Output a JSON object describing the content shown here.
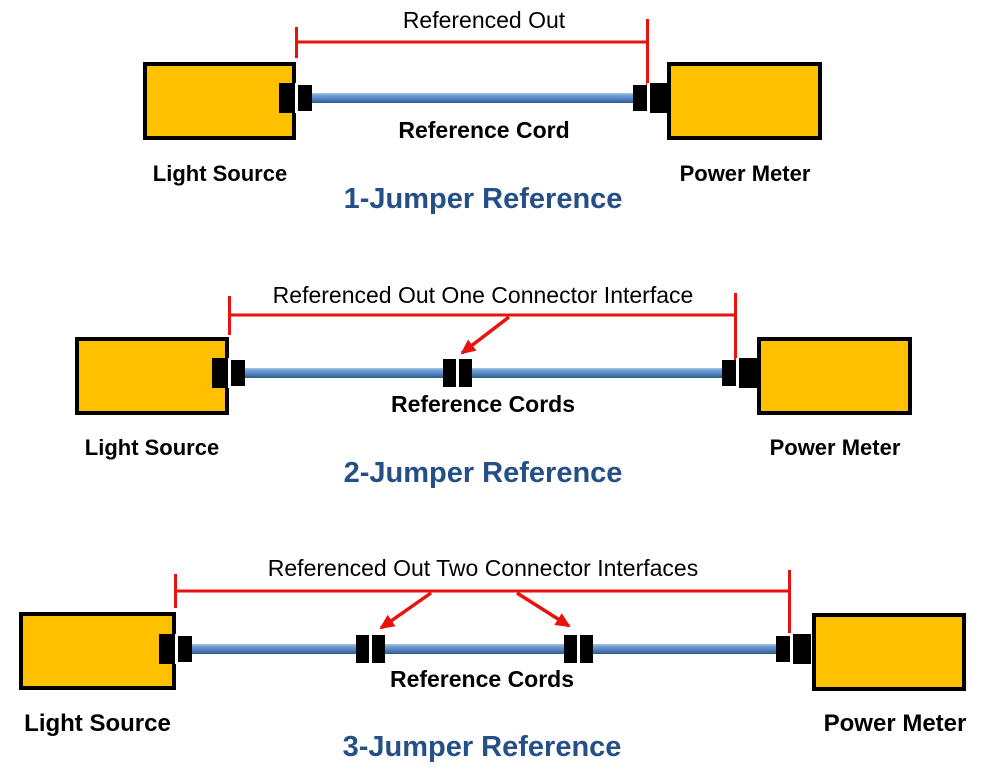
{
  "colors": {
    "box_fill": "#FFC000",
    "outline": "#000000",
    "red": "#E8120E",
    "title_blue": "#254F87",
    "text": "#000000",
    "cord_light": "#A5C4E8",
    "cord_main": "#4F81BD",
    "cord_dark": "#2E5A87"
  },
  "diagrams": [
    {
      "title": "1-Jumper Reference",
      "bracket_label": "Referenced Out",
      "cord_label": "Reference Cord",
      "left_device": "Light Source",
      "right_device": "Power Meter",
      "mid_connectors": 0
    },
    {
      "title": "2-Jumper Reference",
      "bracket_label": "Referenced Out One Connector Interface",
      "cord_label": "Reference Cords",
      "left_device": "Light Source",
      "right_device": "Power Meter",
      "mid_connectors": 1
    },
    {
      "title": "3-Jumper Reference",
      "bracket_label": "Referenced Out Two Connector Interfaces",
      "cord_label": "Reference Cords",
      "left_device": "Light Source",
      "right_device": "Power Meter",
      "mid_connectors": 2
    }
  ]
}
